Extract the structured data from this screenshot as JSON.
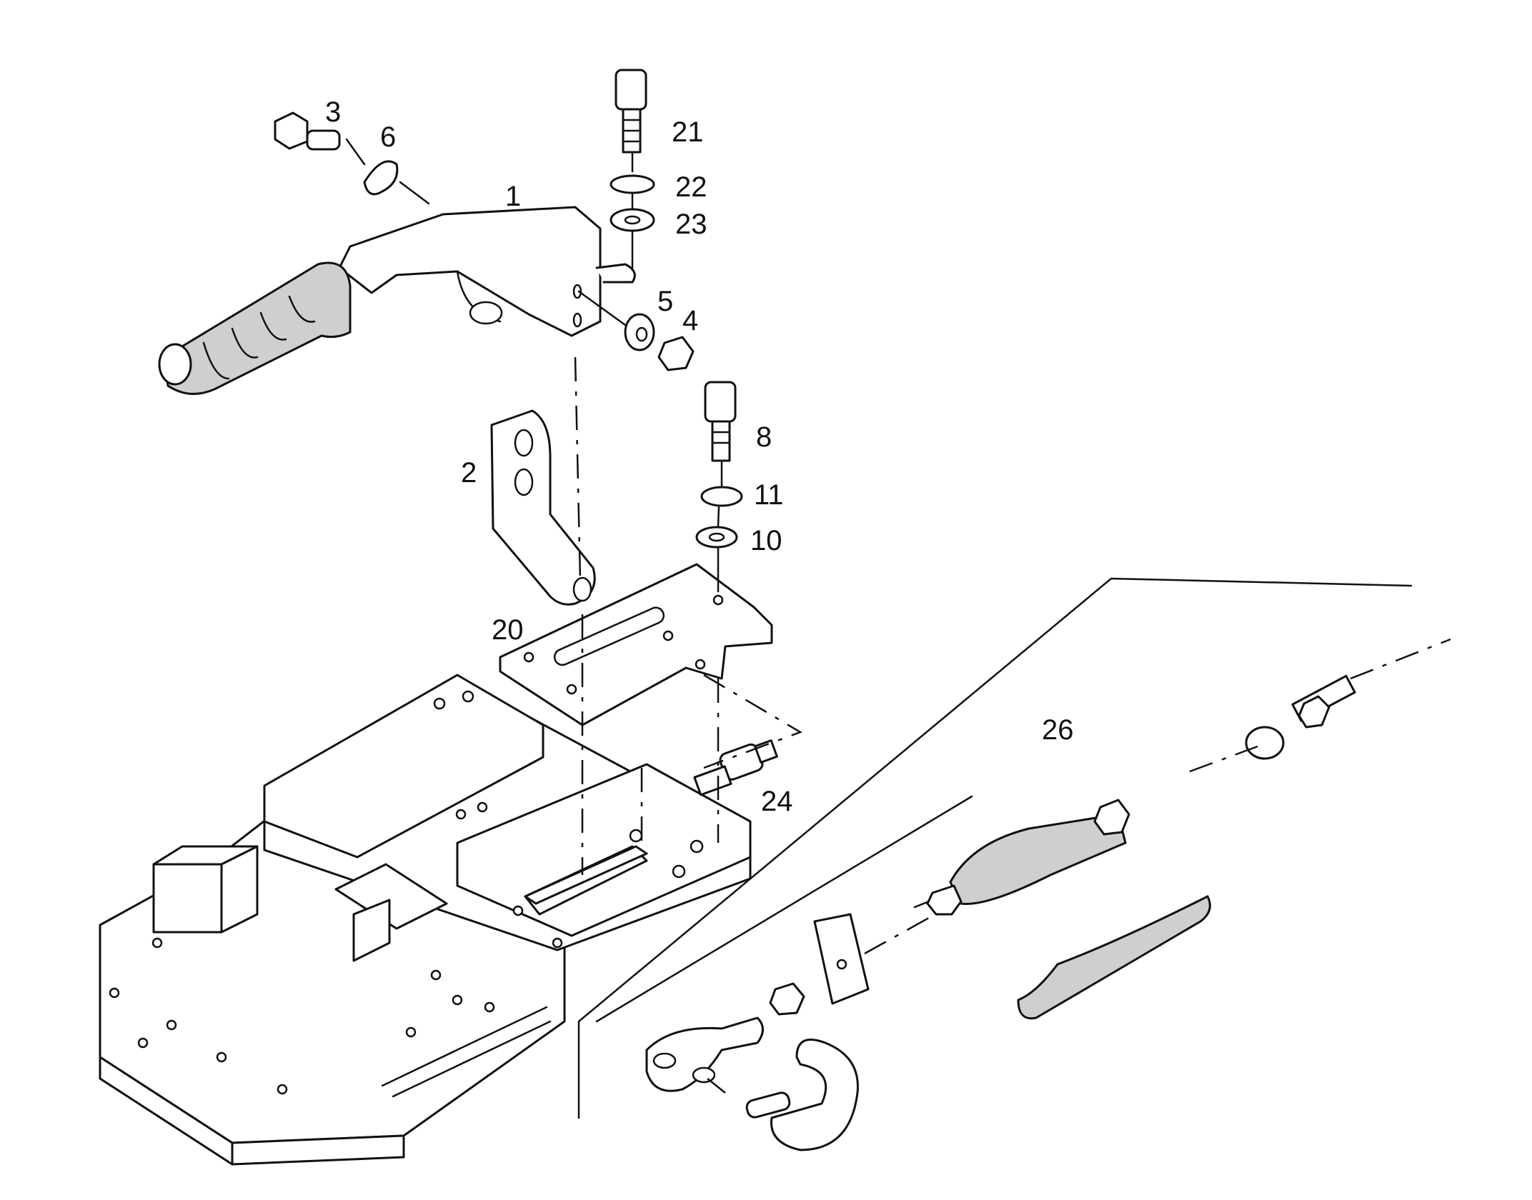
{
  "callouts": {
    "c1": "1",
    "c2": "2",
    "c3": "3",
    "c4": "4",
    "c5": "5",
    "c6": "6",
    "c8": "8",
    "c10": "10",
    "c11": "11",
    "c20": "20",
    "c21": "21",
    "c22": "22",
    "c23": "23",
    "c24": "24",
    "c26": "26"
  }
}
